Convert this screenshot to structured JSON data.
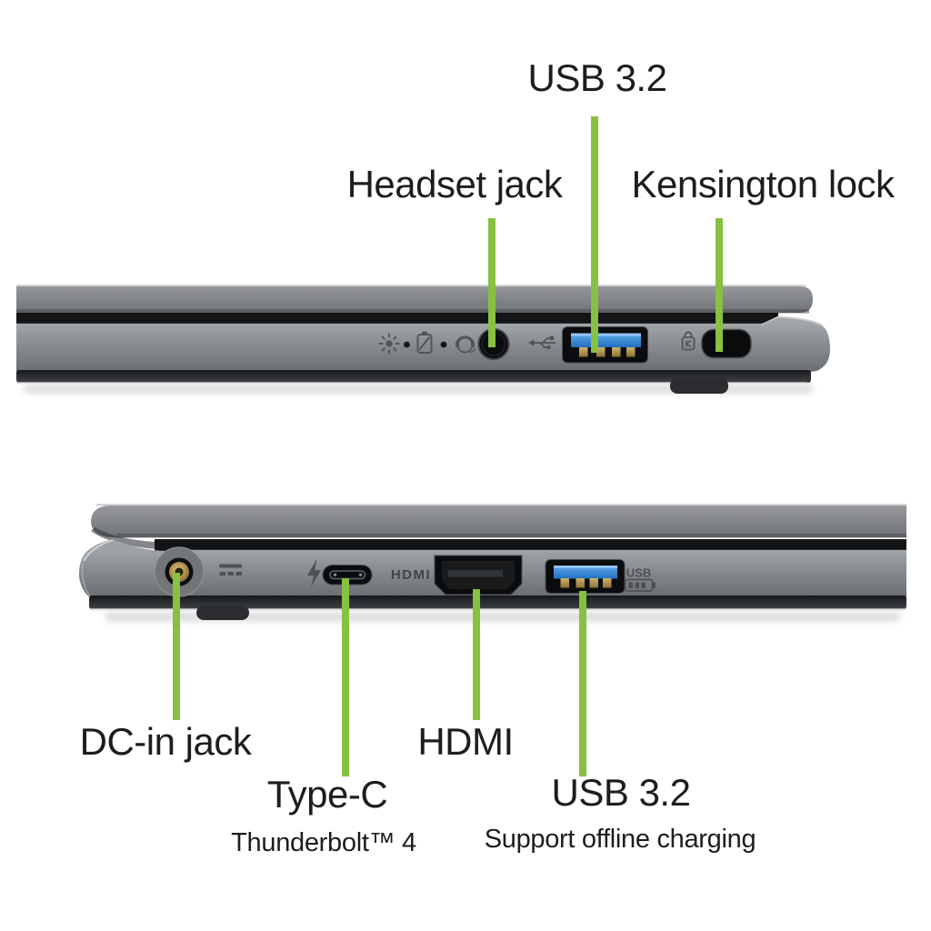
{
  "colors": {
    "accent": "#86c141",
    "text": "#1d1d1d",
    "background": "#ffffff",
    "chassis_gray": "#83868a",
    "port_blue": "#2e86d6",
    "contact_gold": "#c2a055"
  },
  "top_view": {
    "labels": {
      "usb": "USB 3.2",
      "headset": "Headset jack",
      "kensington": "Kensington lock"
    },
    "icons": [
      "power-led-icon",
      "battery-led-icon",
      "headset-icon",
      "usb-icon",
      "kensington-icon"
    ]
  },
  "bottom_view": {
    "labels": {
      "dc": "DC-in jack",
      "hdmi": "HDMI",
      "typec": "Type-C",
      "typec_sub": "Thunderbolt™ 4",
      "usb": "USB 3.2",
      "usb_sub": "Support offline charging"
    },
    "chassis_text": {
      "hdmi_molded": "HDMI",
      "usb_badge": "USB"
    },
    "icons": [
      "dc-power-icon",
      "thunderbolt-icon",
      "usb-offline-charging-icon"
    ]
  }
}
